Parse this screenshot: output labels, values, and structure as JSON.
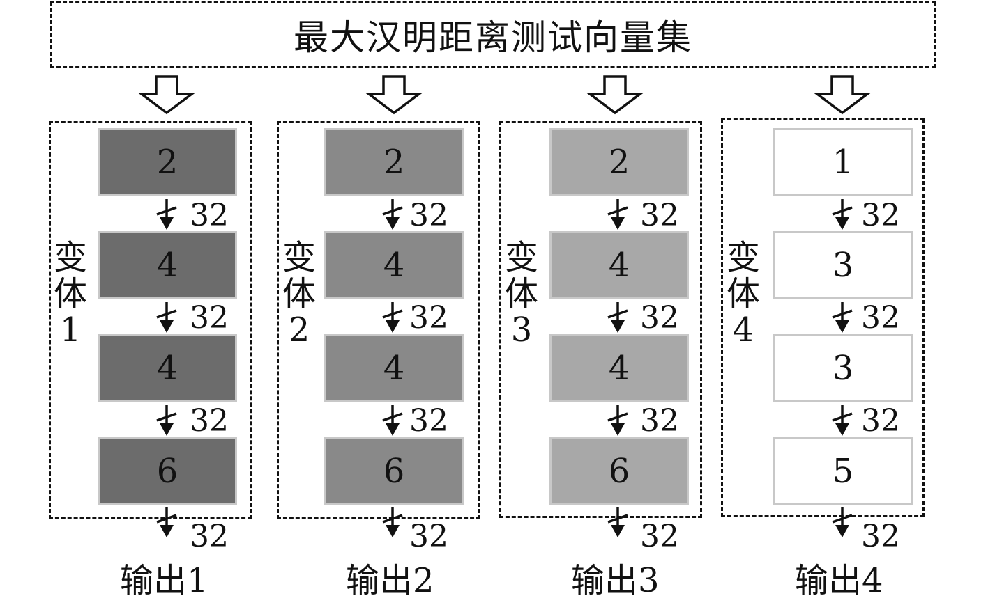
{
  "title": "最大汉明距离测试向量集",
  "variants": [
    {
      "label_chars": [
        "变",
        "体"
      ],
      "label_num": "1",
      "stage_values": [
        "2",
        "4",
        "4",
        "6"
      ],
      "bitwidths": [
        "32",
        "32",
        "32",
        "32"
      ],
      "output": "输出1",
      "fill": "#6c6c6c"
    },
    {
      "label_chars": [
        "变",
        "体"
      ],
      "label_num": "2",
      "stage_values": [
        "2",
        "4",
        "4",
        "6"
      ],
      "bitwidths": [
        "32",
        "32",
        "32",
        "32"
      ],
      "output": "输出2",
      "fill": "#898989"
    },
    {
      "label_chars": [
        "变",
        "体"
      ],
      "label_num": "3",
      "stage_values": [
        "2",
        "4",
        "4",
        "6"
      ],
      "bitwidths": [
        "32",
        "32",
        "32",
        "32"
      ],
      "output": "输出3",
      "fill": "#a8a8a8"
    },
    {
      "label_chars": [
        "变",
        "体"
      ],
      "label_num": "4",
      "stage_values": [
        "1",
        "3",
        "3",
        "5"
      ],
      "bitwidths": [
        "32",
        "32",
        "32",
        "32"
      ],
      "output": "输出4",
      "fill": "#ffffff"
    }
  ]
}
